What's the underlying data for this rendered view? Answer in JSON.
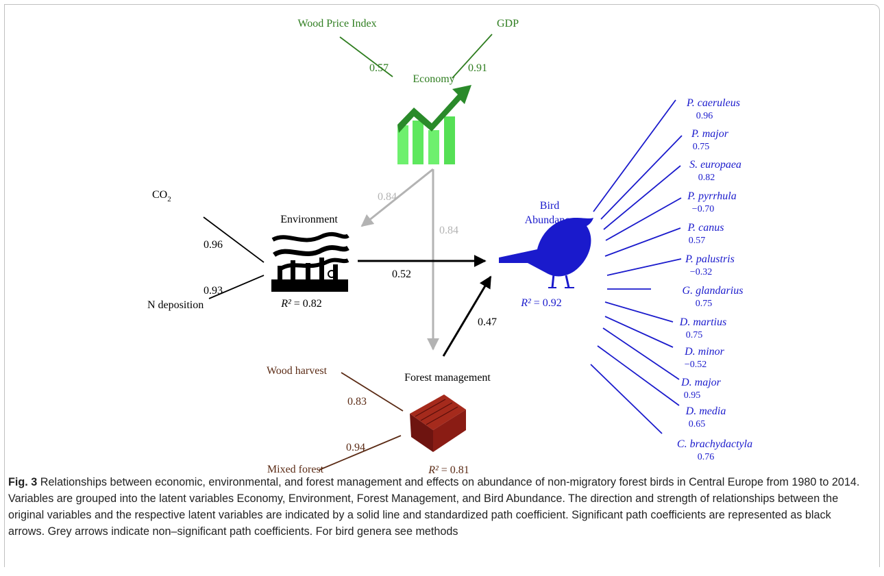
{
  "figure": {
    "economy": {
      "label": "Economy",
      "indicators": [
        {
          "name": "Wood Price Index",
          "coef": "0.57"
        },
        {
          "name": "GDP",
          "coef": "0.91"
        }
      ],
      "color": "#2e7d1f"
    },
    "environment": {
      "label": "Environment",
      "indicators": [
        {
          "name": "CO",
          "sub": "2",
          "coef": "0.96"
        },
        {
          "name": "N deposition",
          "coef": "0.93"
        }
      ],
      "r2_value": "= 0.82",
      "color": "#000000"
    },
    "forest": {
      "label": "Forest management",
      "indicators": [
        {
          "name": "Wood harvest",
          "coef": "0.83"
        },
        {
          "name": "Mixed forest",
          "coef": "0.94"
        }
      ],
      "r2_value": "= 0.81",
      "color": "#5a2a14"
    },
    "birds": {
      "label_line1": "Bird",
      "label_line2": "Abundance",
      "r2_value": "= 0.92",
      "color": "#1a1acc",
      "species": [
        {
          "name": "P. caeruleus",
          "coef": "0.96"
        },
        {
          "name": "P. major",
          "coef": "0.75"
        },
        {
          "name": "S. europaea",
          "coef": "0.82"
        },
        {
          "name": "P. pyrrhula",
          "coef": "−0.70"
        },
        {
          "name": "P. canus",
          "coef": "0.57"
        },
        {
          "name": "P. palustris",
          "coef": "−0.32"
        },
        {
          "name": "G. glandarius",
          "coef": "0.75"
        },
        {
          "name": "D. martius",
          "coef": "0.75"
        },
        {
          "name": "D. minor",
          "coef": "−0.52"
        },
        {
          "name": "D. major",
          "coef": "0.95"
        },
        {
          "name": "D. media",
          "coef": "0.65"
        },
        {
          "name": "C. brachydactyla",
          "coef": "0.76"
        }
      ]
    },
    "paths": {
      "economy_environment": "0.84",
      "economy_forest": "0.84",
      "environment_birds": "0.52",
      "forest_birds": "0.47"
    },
    "r2_symbol": "R²",
    "significant_color": "#000000",
    "nonsignificant_color": "#b3b3b3"
  },
  "caption": {
    "label": "Fig. 3",
    "text": "Relationships between economic, environmental, and forest management and effects on abundance of non-migratory forest birds in Central Europe from 1980 to 2014. Variables are grouped into the latent variables Economy, Environment, Forest Management, and Bird Abundance. The direction and strength of relationships between the original variables and the respective latent variables are indicated by a solid line and standardized path coefficient. Significant path coefficients are represented as black arrows. Grey arrows indicate non–significant path coefficients. For bird genera see methods"
  }
}
